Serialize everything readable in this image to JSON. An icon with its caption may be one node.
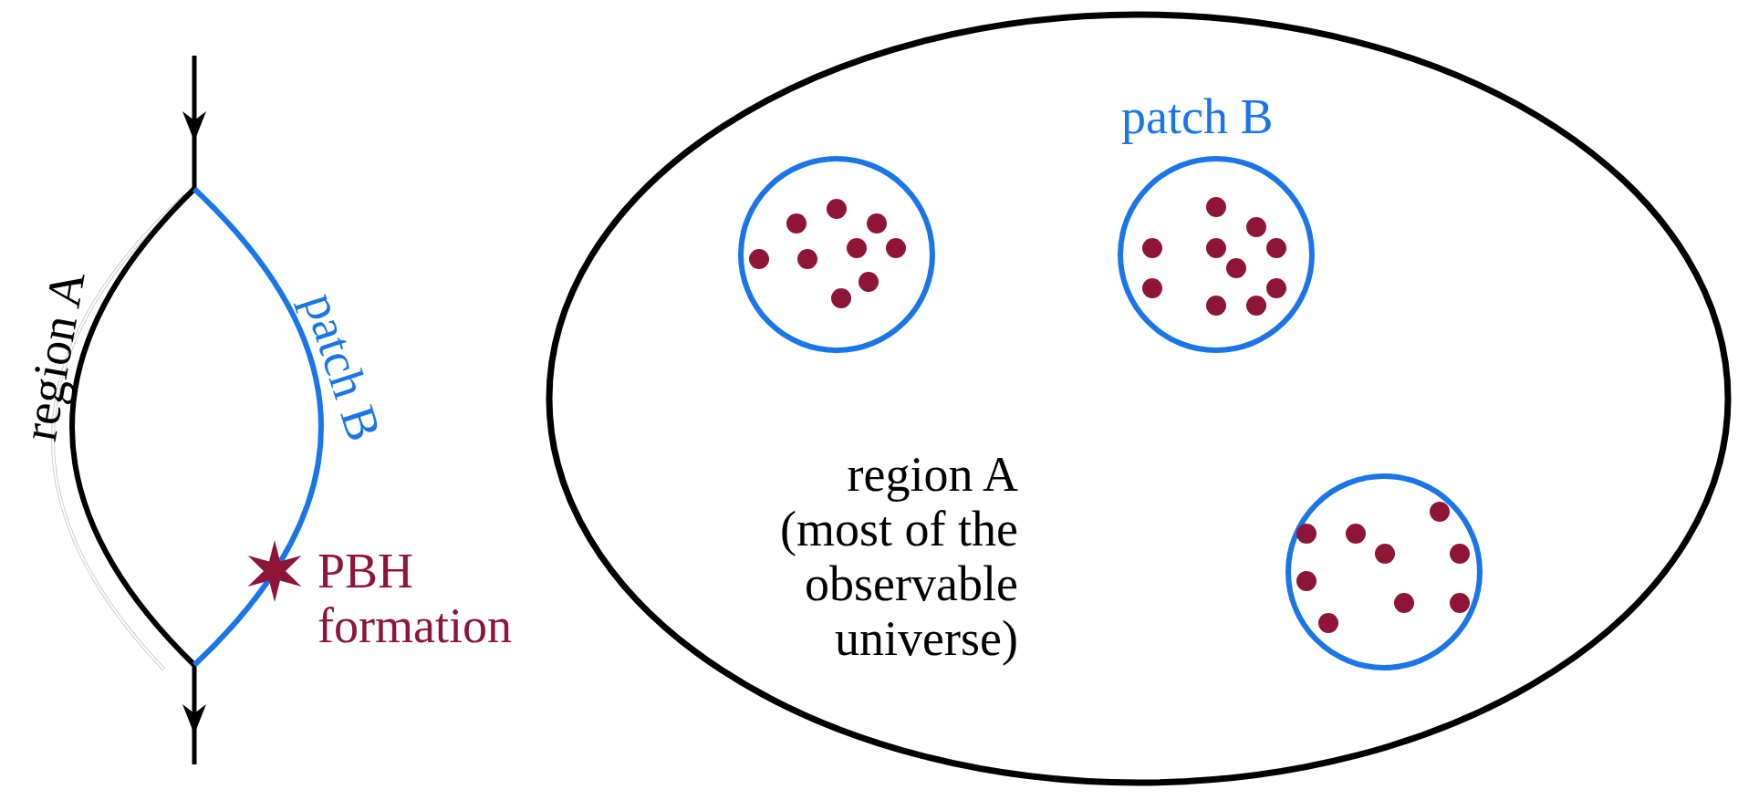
{
  "diagram": {
    "nodes": [
      {
        "text": [
          "region A (most of the observable universe)"
        ]
      },
      {
        "text": [],
        "shape": "circle",
        "in": 0
      },
      {
        "text": [],
        "shape": "circle",
        "in": 0,
        "beside": [
          "patch B"
        ]
      },
      {
        "text": [],
        "shape": "circle",
        "in": 0
      }
    ],
    "edges": [],
    "labels": [
      "region A",
      "patch B",
      "PBH formation"
    ]
  }
}
